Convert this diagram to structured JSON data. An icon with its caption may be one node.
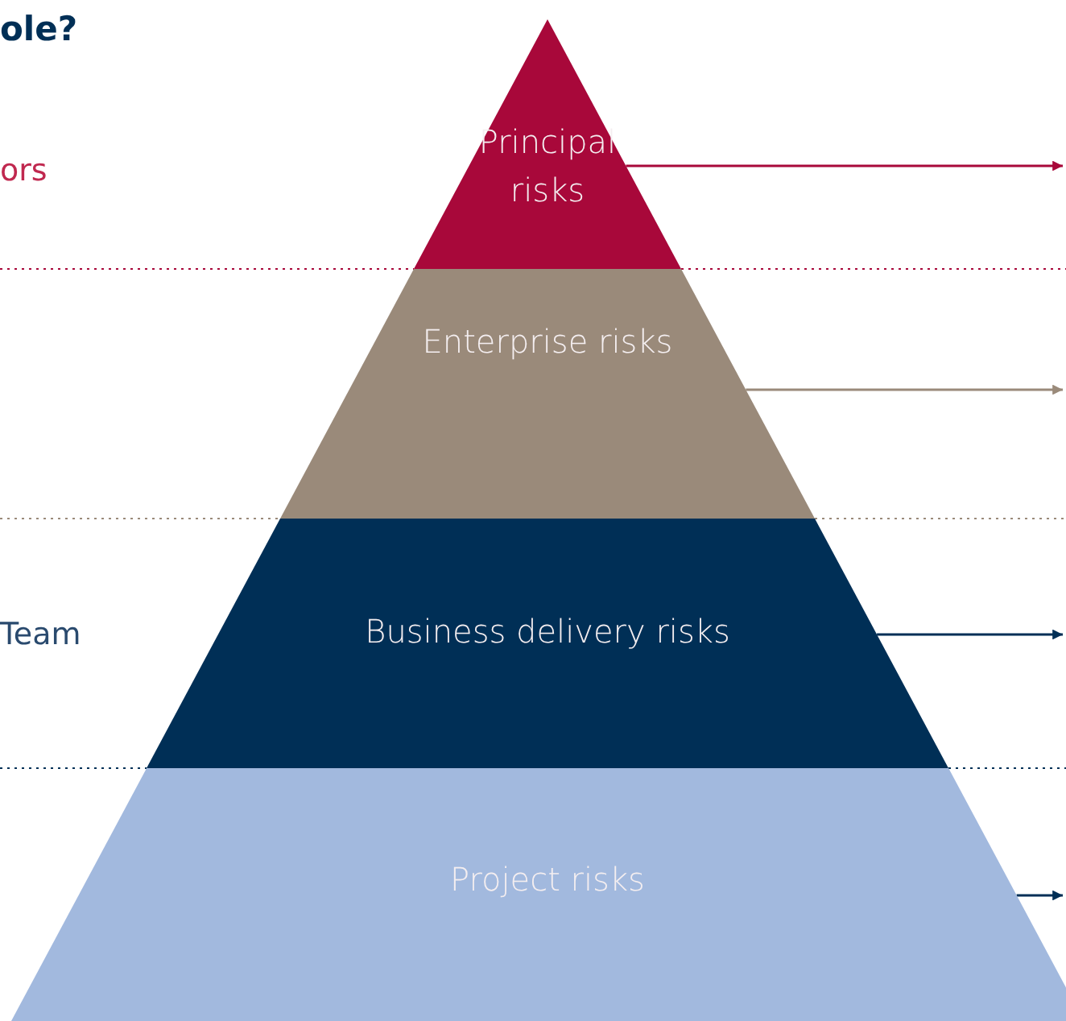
{
  "diagram": {
    "nodes": [
      {
        "text": [
          "Principal risks"
        ]
      },
      {
        "text": [
          "Enterprise risks"
        ]
      },
      {
        "text": [
          "Business delivery risks"
        ]
      },
      {
        "text": [
          "Project risks"
        ]
      }
    ],
    "edges": [
      {
        "from": 0,
        "to": null,
        "arrow": "to",
        "color": "#a8083a"
      },
      {
        "from": 1,
        "to": null,
        "arrow": "to",
        "color": "#9a8a7a"
      },
      {
        "from": 2,
        "to": null,
        "arrow": "to"
      },
      {
        "from": 3,
        "to": null,
        "arrow": "to"
      }
    ],
    "labels": [
      "ole?",
      "ors",
      "Team"
    ]
  }
}
